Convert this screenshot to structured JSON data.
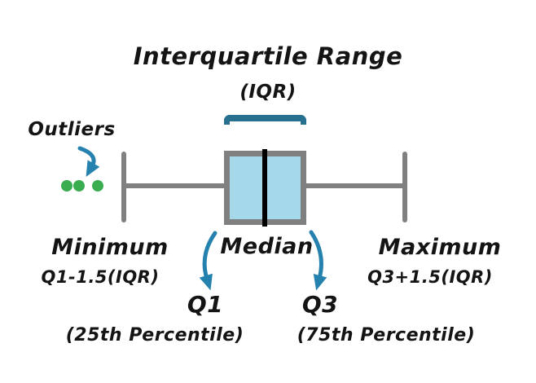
{
  "colors": {
    "background": "#ffffff",
    "text": "#141414",
    "teal": "#27708f",
    "arrow_blue": "#2581ad",
    "green": "#3bad51",
    "gray": "#808080",
    "box_fill": "#a5d8e8",
    "median_line": "#000000"
  },
  "title": "Interquartile Range",
  "subtitle": "(IQR)",
  "outliers": {
    "label": "Outliers",
    "dot_count": 3
  },
  "minimum": {
    "label": "Minimum",
    "formula": "Q1-1.5(IQR)"
  },
  "median": {
    "label": "Median"
  },
  "maximum": {
    "label": "Maximum",
    "formula": "Q3+1.5(IQR)"
  },
  "q1": {
    "label": "Q1",
    "percentile": "(25th Percentile)"
  },
  "q3": {
    "label": "Q3",
    "percentile": "(75th Percentile)"
  }
}
